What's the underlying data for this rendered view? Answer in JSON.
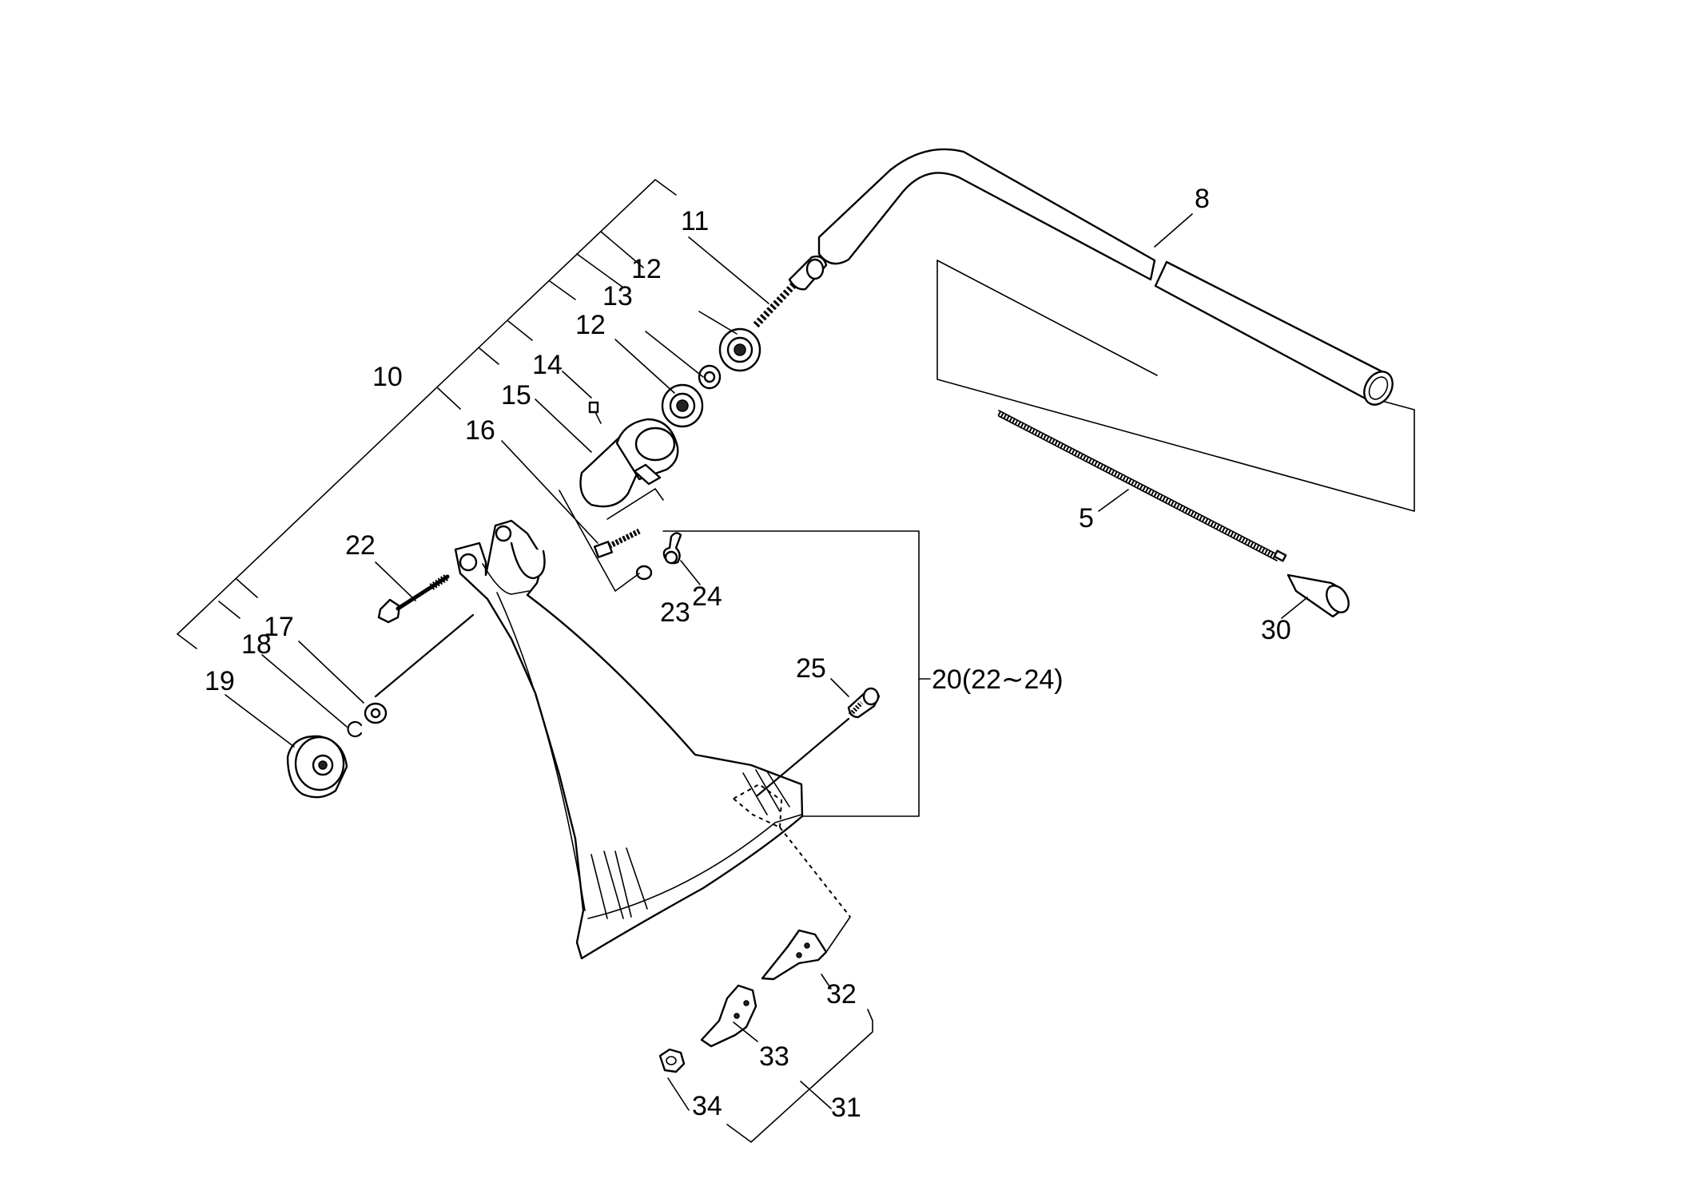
{
  "callouts": {
    "c5": "5",
    "c8": "8",
    "c10": "10",
    "c11": "11",
    "c12a": "12",
    "c12b": "12",
    "c13": "13",
    "c14": "14",
    "c15": "15",
    "c16": "16",
    "c17": "17",
    "c18": "18",
    "c19": "19",
    "c20": "20(22∼24)",
    "c22": "22",
    "c23": "23",
    "c24": "24",
    "c25": "25",
    "c30": "30",
    "c31": "31",
    "c32": "32",
    "c33": "33",
    "c34": "34"
  }
}
